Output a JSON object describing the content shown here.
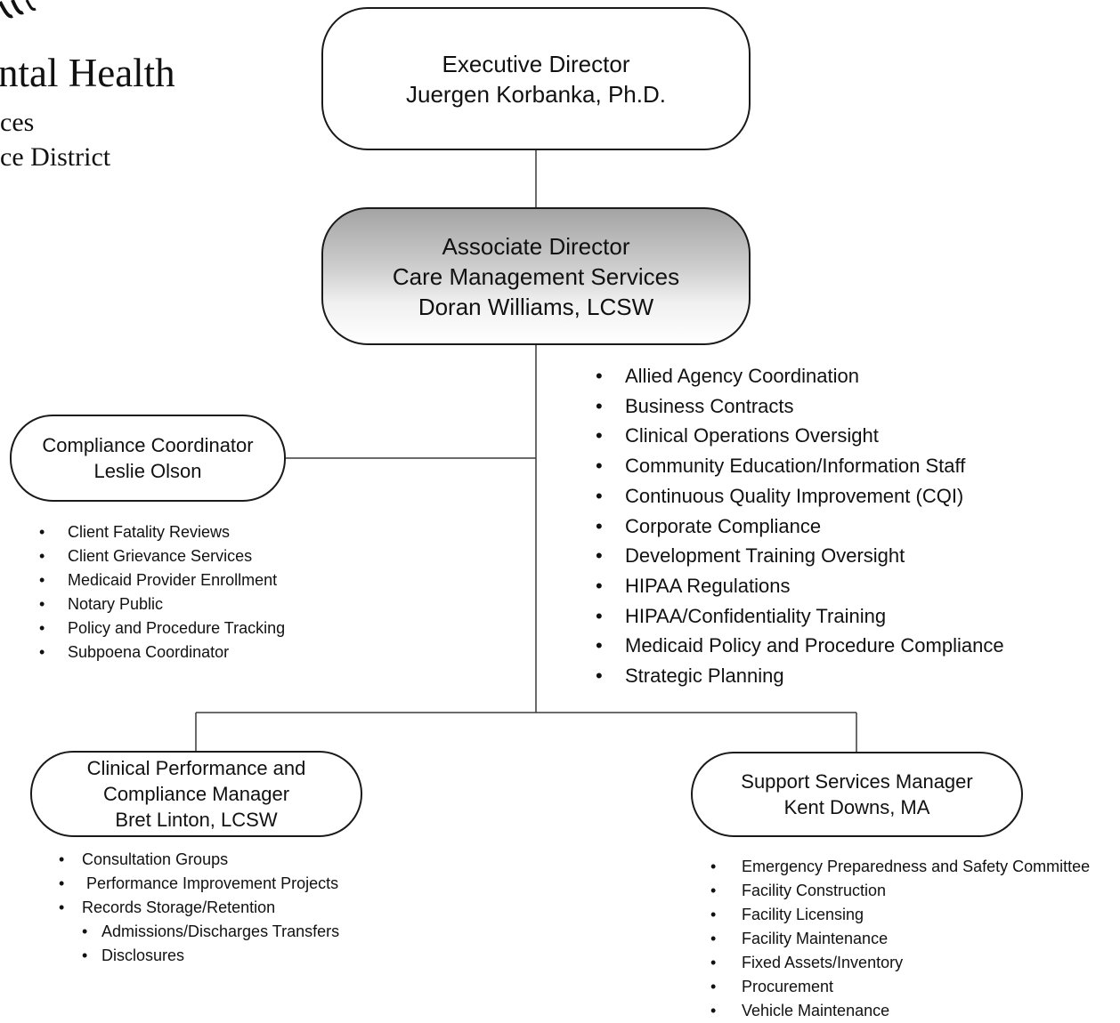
{
  "logo": {
    "line1": "ntal Health",
    "line2": "ces",
    "line3": "ce District"
  },
  "executive": {
    "title": "Executive Director",
    "name": "Juergen Korbanka, Ph.D."
  },
  "associate": {
    "title": "Associate Director",
    "unit": "Care Management Services",
    "name": "Doran Williams, LCSW"
  },
  "associate_duties": [
    "Allied Agency Coordination",
    "Business Contracts",
    "Clinical Operations Oversight",
    "Community Education/Information Staff",
    "Continuous Quality Improvement (CQI)",
    "Corporate Compliance",
    "Development Training Oversight",
    "HIPAA Regulations",
    "HIPAA/Confidentiality Training",
    "Medicaid Policy and Procedure Compliance",
    "Strategic Planning"
  ],
  "compliance": {
    "title": "Compliance Coordinator",
    "name": "Leslie Olson",
    "duties": [
      "Client Fatality Reviews",
      "Client Grievance Services",
      "Medicaid Provider Enrollment",
      "Notary Public",
      "Policy and Procedure Tracking",
      "Subpoena Coordinator"
    ]
  },
  "clinical": {
    "title_line1": "Clinical Performance and",
    "title_line2": "Compliance Manager",
    "name": "Bret Linton, LCSW",
    "duties": [
      "Consultation Groups",
      " Performance Improvement Projects",
      "Records Storage/Retention"
    ],
    "sub_duties": [
      "Admissions/Discharges Transfers",
      "Disclosures"
    ]
  },
  "support": {
    "title": "Support Services Manager",
    "name": "Kent Downs, MA",
    "duties": [
      "Emergency Preparedness and Safety Committee",
      "Facility Construction",
      "Facility Licensing",
      "Facility Maintenance",
      "Fixed Assets/Inventory",
      "Procurement",
      "Vehicle Maintenance"
    ]
  },
  "bullet_glyph": "•"
}
